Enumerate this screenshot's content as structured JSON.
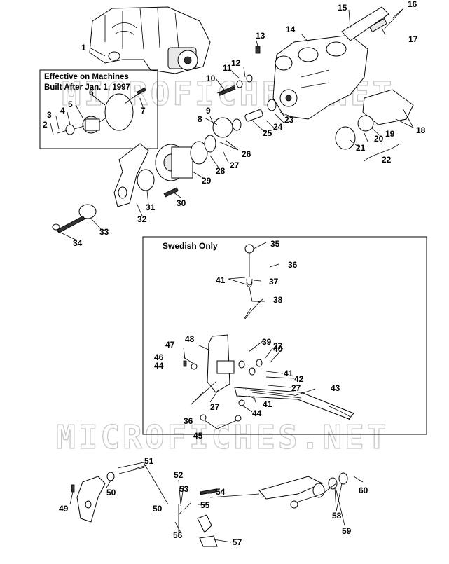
{
  "diagram": {
    "inset_caption": {
      "line1": "Effective on Machines",
      "line2": "Built After Jan. 1, 1997"
    },
    "swedish_caption": "Swedish Only",
    "watermark": "MICROFICHES.NET",
    "callouts": {
      "c1": "1",
      "c2": "2",
      "c3": "3",
      "c4": "4",
      "c5": "5",
      "c6": "6",
      "c7": "7",
      "c8": "8",
      "c9": "9",
      "c10": "10",
      "c11": "11",
      "c12": "12",
      "c13": "13",
      "c14": "14",
      "c15": "15",
      "c16": "16",
      "c17": "17",
      "c18": "18",
      "c19": "19",
      "c20": "20",
      "c21": "21",
      "c22": "22",
      "c23": "23",
      "c24": "24",
      "c25": "25",
      "c26": "26",
      "c27": "27",
      "c28": "28",
      "c29": "29",
      "c30": "30",
      "c31": "31",
      "c32": "32",
      "c33": "33",
      "c34": "34",
      "c35": "35",
      "c36": "36",
      "c37": "37",
      "c38": "38",
      "c39": "39",
      "c40": "40",
      "c41": "41",
      "c42": "42",
      "c43": "43",
      "c44": "44",
      "c45": "45",
      "c46": "46",
      "c47": "47",
      "c48": "48",
      "c50": "50",
      "c51": "51",
      "c52": "52",
      "c53": "53",
      "c54": "54",
      "c55": "55",
      "c56": "56",
      "c57": "57",
      "c58": "58",
      "c59": "59",
      "c60": "60",
      "c49": "49"
    }
  }
}
